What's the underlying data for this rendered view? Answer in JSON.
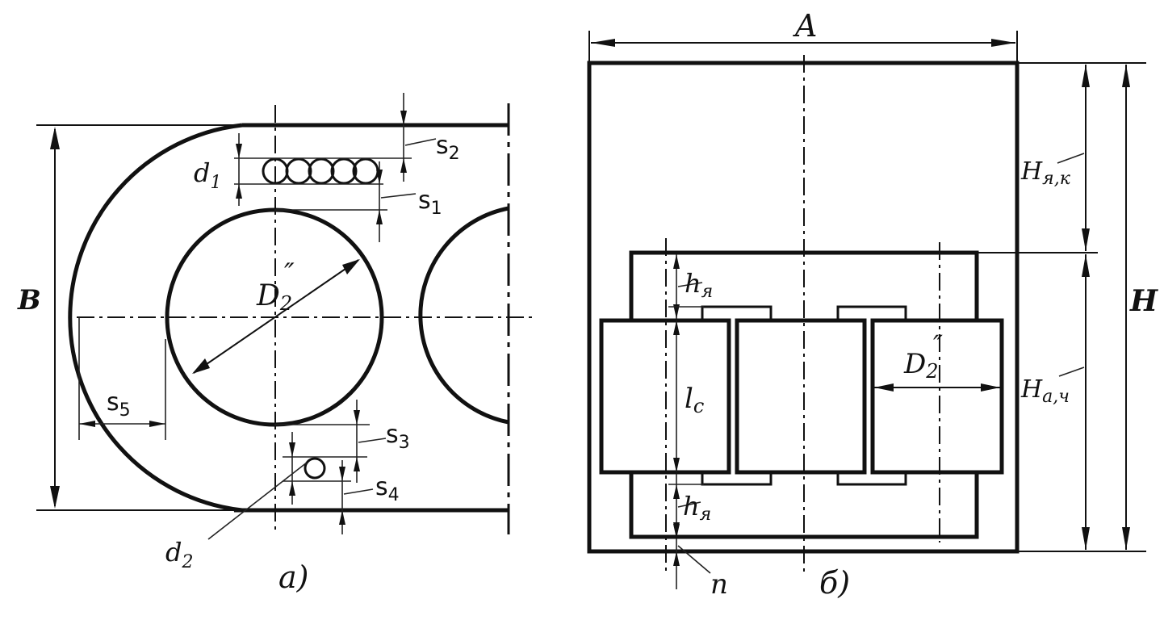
{
  "fig_a": {
    "caption": "а)",
    "labels": {
      "B": "B",
      "d1": "d",
      "d1_sub": "1",
      "d2": "d",
      "d2_sub": "2",
      "D2": "D",
      "D2_sub": "2",
      "D2_prime": "″",
      "s1": "s",
      "s1_sub": "1",
      "s2": "s",
      "s2_sub": "2",
      "s3": "s",
      "s3_sub": "3",
      "s4": "s",
      "s4_sub": "4",
      "s5": "s",
      "s5_sub": "5"
    }
  },
  "fig_b": {
    "caption": "б)",
    "labels": {
      "A": "A",
      "H": "H",
      "H_yak": "H",
      "H_yak_sub": "я,к",
      "H_ach": "H",
      "H_ach_sub": "a,ч",
      "h_ya_top": "h",
      "h_ya_top_sub": "я",
      "h_ya_bottom": "h",
      "h_ya_bottom_sub": "я",
      "l_c": "l",
      "l_c_sub": "c",
      "D2": "D",
      "D2_sub": "2",
      "D2_prime": "″",
      "n": "n"
    }
  }
}
